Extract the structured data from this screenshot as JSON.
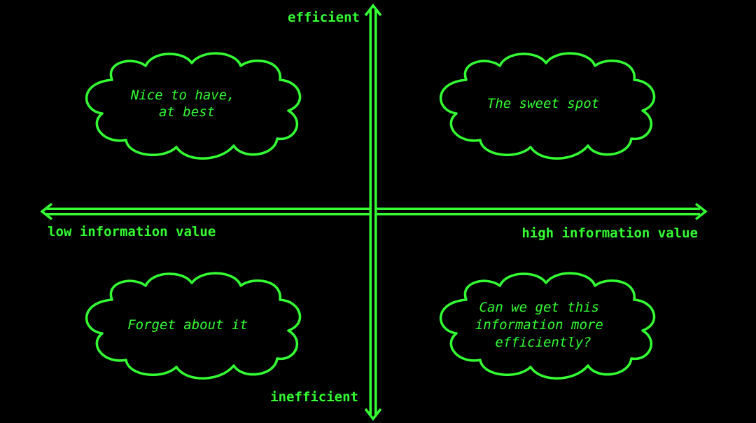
{
  "colors": {
    "background": "#000000",
    "accent": "#33ff33",
    "axis_inner": "#000000"
  },
  "axes": {
    "top_label": "efficient",
    "bottom_label": "inefficient",
    "left_label": "low information value",
    "right_label": "high information value"
  },
  "quadrants": {
    "top_left": {
      "lines": [
        "Nice to have,",
        "at best"
      ]
    },
    "top_right": {
      "lines": [
        "The sweet spot"
      ]
    },
    "bottom_left": {
      "lines": [
        "Forget about it"
      ]
    },
    "bottom_right": {
      "lines": [
        "Can we get this",
        "information more",
        "efficiently?"
      ]
    }
  }
}
